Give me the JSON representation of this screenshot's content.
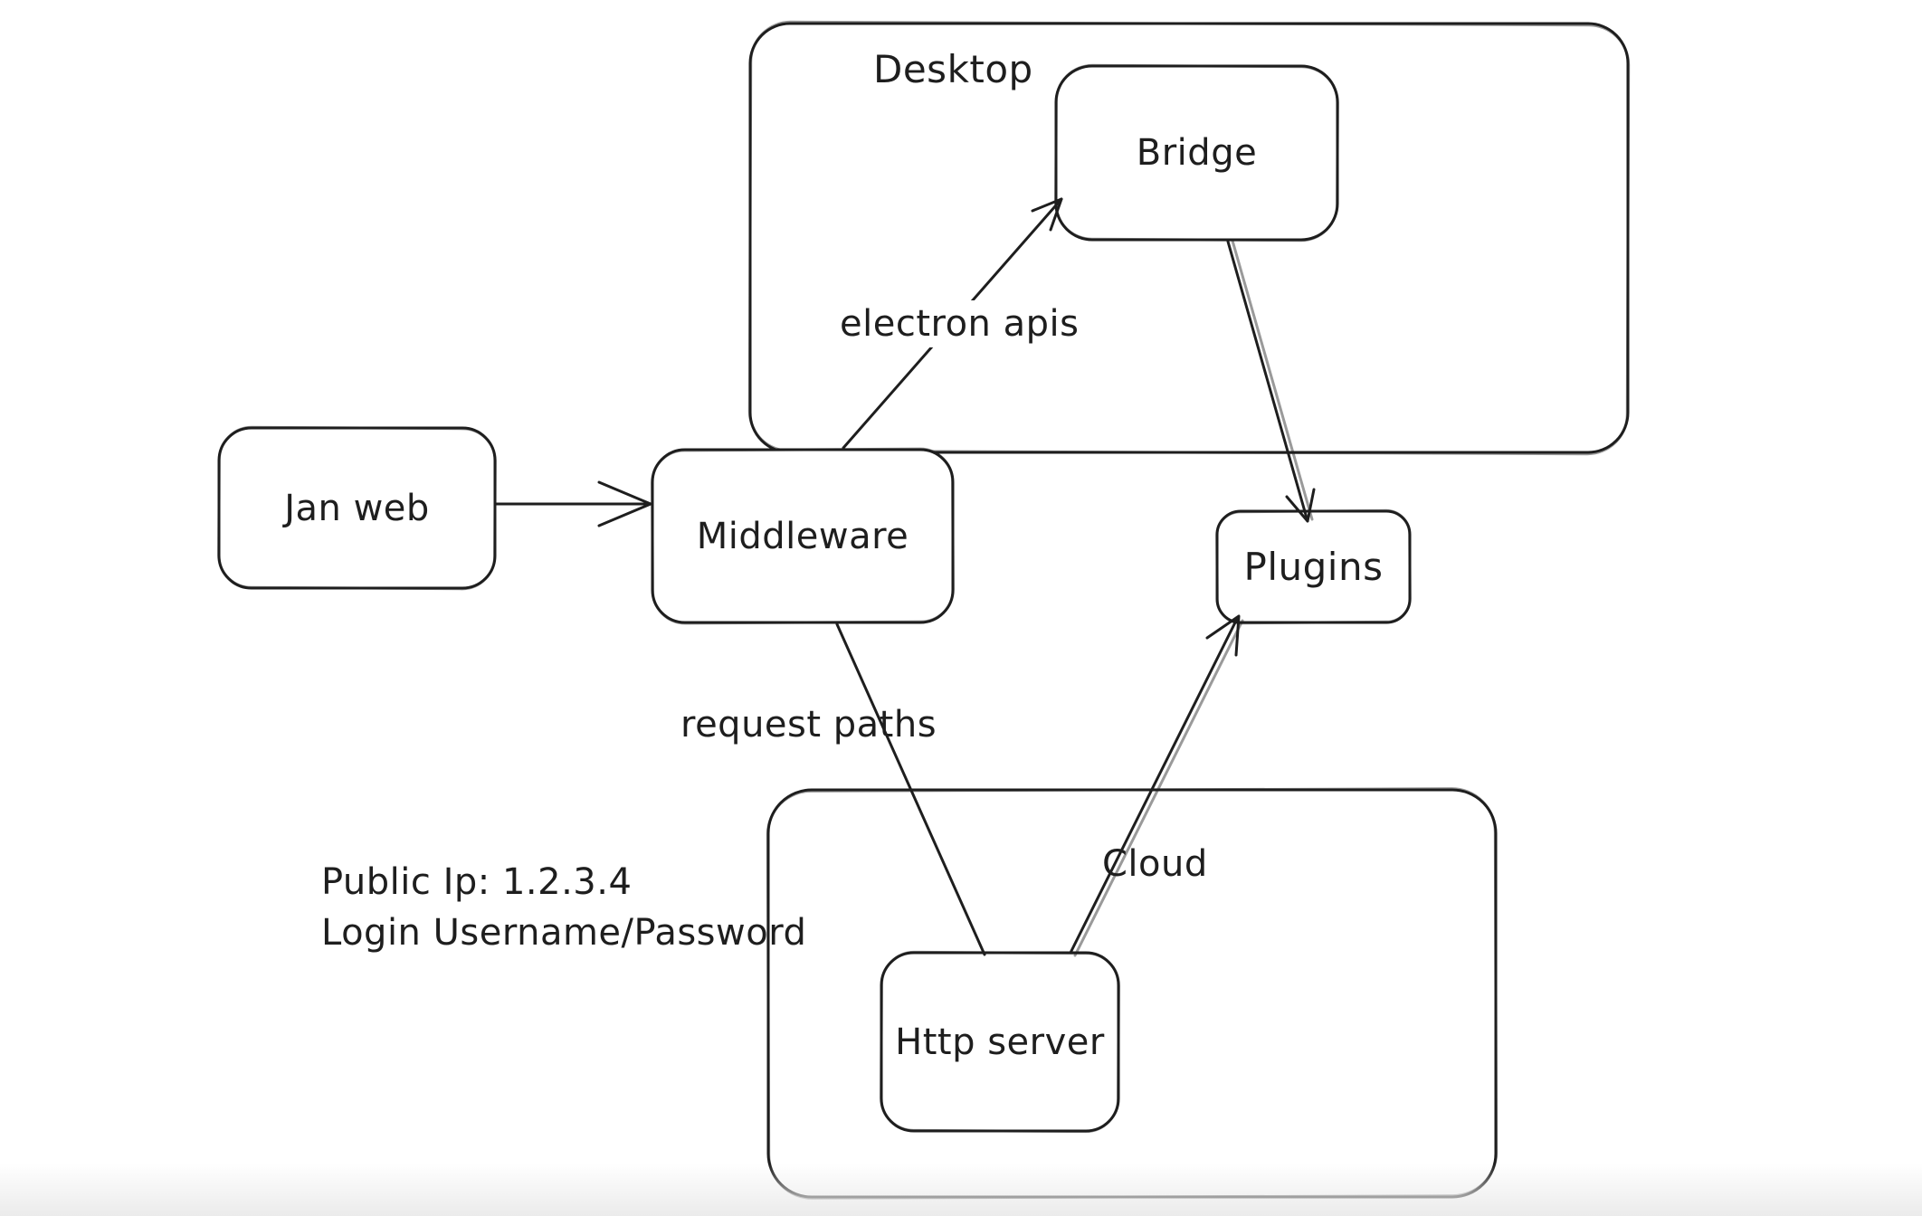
{
  "canvas": {
    "background_color": "#ffffff",
    "stroke_color": "#1e1e1e"
  },
  "containers": {
    "desktop": {
      "label": "Desktop"
    },
    "cloud": {
      "label": "Cloud"
    }
  },
  "nodes": {
    "jan_web": {
      "label": "Jan web"
    },
    "middleware": {
      "label": "Middleware"
    },
    "bridge": {
      "label": "Bridge"
    },
    "plugins": {
      "label": "Plugins"
    },
    "http_server": {
      "label": "Http server"
    }
  },
  "edges": {
    "jan_web_to_middleware": {
      "from": "Jan web",
      "to": "Middleware",
      "label": ""
    },
    "middleware_to_bridge": {
      "from": "Middleware",
      "to": "Bridge",
      "label": "electron apis"
    },
    "bridge_to_plugins": {
      "from": "Bridge",
      "to": "Plugins",
      "label": ""
    },
    "middleware_to_http_server": {
      "from": "Middleware",
      "to": "Http server",
      "label": "request paths"
    },
    "http_server_to_plugins": {
      "from": "Http server",
      "to": "Plugins",
      "label": ""
    }
  },
  "annotations": {
    "public_ip": "Public Ip: 1.2.3.4",
    "login": "Login Username/Password"
  }
}
